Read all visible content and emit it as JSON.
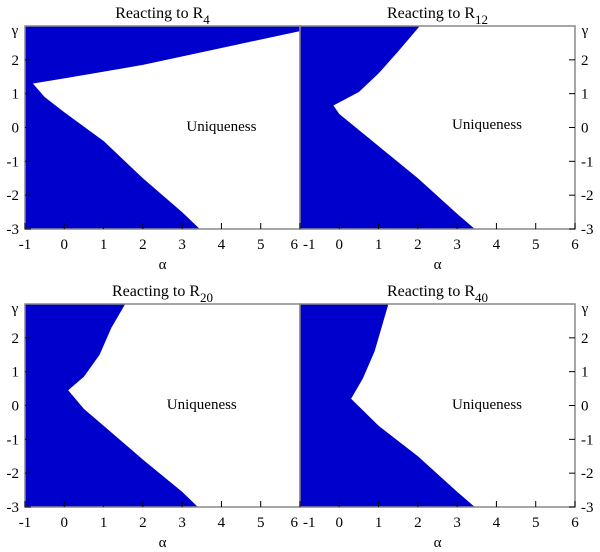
{
  "colors": {
    "region": "#0000CC",
    "background": "#FFFFFF",
    "axis": "#888888"
  },
  "chart_data": [
    {
      "type": "area",
      "title": "Reacting to R",
      "title_subscript": "4",
      "xlabel": "α",
      "ylabel": "γ",
      "xlim": [
        -1,
        6
      ],
      "ylim": [
        -3,
        3
      ],
      "xticks": [
        "-1",
        "0",
        "1",
        "2",
        "3",
        "4",
        "5",
        "6"
      ],
      "yticks": [
        "-3",
        "-2",
        "-1",
        "0",
        "1",
        "2"
      ],
      "annotation": "Uniqueness",
      "region_boundary_upper": [
        [
          -0.8,
          1.3
        ],
        [
          0,
          1.45
        ],
        [
          2,
          1.85
        ],
        [
          4,
          2.35
        ],
        [
          6,
          2.85
        ]
      ],
      "region_boundary_lower": [
        [
          -0.8,
          1.3
        ],
        [
          -0.5,
          0.9
        ],
        [
          0,
          0.45
        ],
        [
          1,
          -0.4
        ],
        [
          2,
          -1.5
        ],
        [
          3,
          -2.5
        ],
        [
          3.45,
          -3
        ]
      ]
    },
    {
      "type": "area",
      "title": "Reacting to R",
      "title_subscript": "12",
      "xlabel": "α",
      "ylabel": "γ",
      "xlim": [
        -1,
        6
      ],
      "ylim": [
        -3,
        3
      ],
      "xticks": [
        "-1",
        "0",
        "1",
        "2",
        "3",
        "4",
        "5",
        "6"
      ],
      "yticks": [
        "-3",
        "-2",
        "-1",
        "0",
        "1",
        "2"
      ],
      "annotation": "Uniqueness",
      "region_boundary_upper": [
        [
          -0.15,
          0.65
        ],
        [
          0.5,
          1.05
        ],
        [
          1,
          1.6
        ],
        [
          1.5,
          2.25
        ],
        [
          2.05,
          3
        ]
      ],
      "region_boundary_lower": [
        [
          -0.15,
          0.65
        ],
        [
          0,
          0.4
        ],
        [
          1,
          -0.55
        ],
        [
          2,
          -1.5
        ],
        [
          3,
          -2.55
        ],
        [
          3.45,
          -3
        ]
      ]
    },
    {
      "type": "area",
      "title": "Reacting to R",
      "title_subscript": "20",
      "xlabel": "α",
      "ylabel": "γ",
      "xlim": [
        -1,
        6
      ],
      "ylim": [
        -3,
        3
      ],
      "xticks": [
        "-1",
        "0",
        "1",
        "2",
        "3",
        "4",
        "5",
        "6"
      ],
      "yticks": [
        "-3",
        "-2",
        "-1",
        "0",
        "1",
        "2"
      ],
      "annotation": "Uniqueness",
      "region_boundary_upper": [
        [
          0.1,
          0.45
        ],
        [
          0.5,
          0.85
        ],
        [
          0.9,
          1.5
        ],
        [
          1.2,
          2.3
        ],
        [
          1.55,
          3
        ]
      ],
      "region_boundary_lower": [
        [
          0.1,
          0.45
        ],
        [
          0.5,
          -0.1
        ],
        [
          1,
          -0.6
        ],
        [
          2,
          -1.6
        ],
        [
          3,
          -2.55
        ],
        [
          3.4,
          -3
        ]
      ]
    },
    {
      "type": "area",
      "title": "Reacting to R",
      "title_subscript": "40",
      "xlabel": "α",
      "ylabel": "γ",
      "xlim": [
        -1,
        6
      ],
      "ylim": [
        -3,
        3
      ],
      "xticks": [
        "-1",
        "0",
        "1",
        "2",
        "3",
        "4",
        "5",
        "6"
      ],
      "yticks": [
        "-3",
        "-2",
        "-1",
        "0",
        "1",
        "2"
      ],
      "annotation": "Uniqueness",
      "region_boundary_upper": [
        [
          0.3,
          0.2
        ],
        [
          0.6,
          0.8
        ],
        [
          0.9,
          1.6
        ],
        [
          1.1,
          2.4
        ],
        [
          1.25,
          3
        ]
      ],
      "region_boundary_lower": [
        [
          0.3,
          0.2
        ],
        [
          1,
          -0.6
        ],
        [
          2,
          -1.5
        ],
        [
          3,
          -2.55
        ],
        [
          3.45,
          -3
        ]
      ]
    }
  ]
}
